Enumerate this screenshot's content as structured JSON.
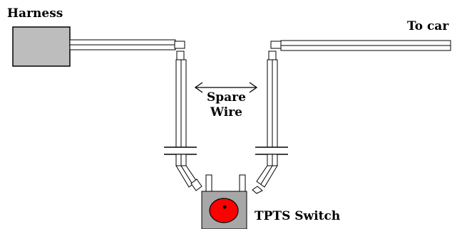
{
  "labels": {
    "harness": "Harness",
    "to_car": "To car",
    "spare_line1": "Spare",
    "spare_line2": "Wire",
    "switch": "TPTS Switch"
  },
  "colors": {
    "harness_box": "#bdbdbd",
    "switch_body": "#a7a7a7",
    "switch_button": "#ff0000",
    "outline": "#000000"
  }
}
